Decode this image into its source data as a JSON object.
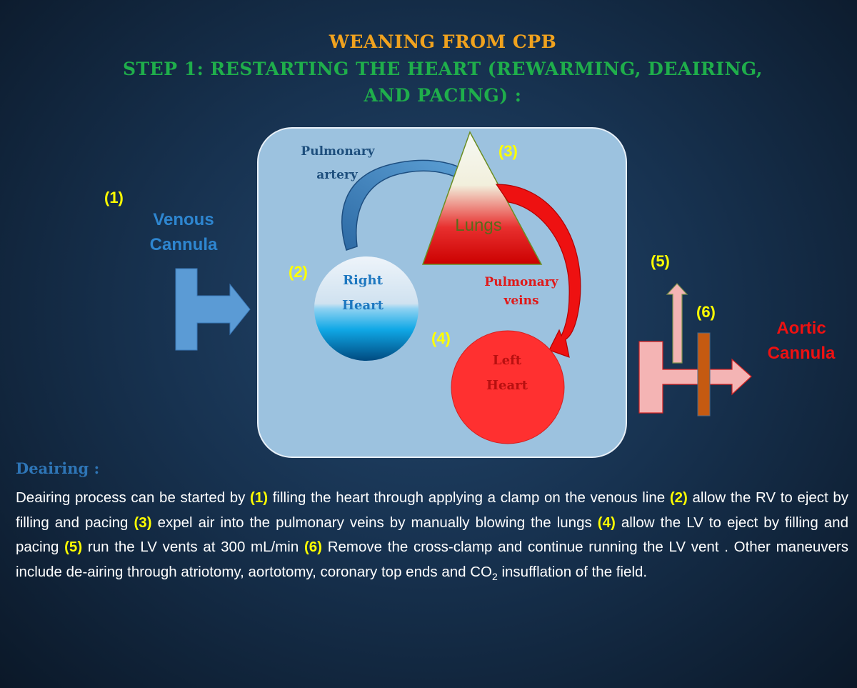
{
  "title": {
    "line1": "WEANING FROM CPB",
    "line2": "STEP 1: RESTARTING THE HEART (REWARMING, DEAIRING,",
    "line3": "AND PACING)  :"
  },
  "diagram": {
    "markers": [
      "(1)",
      "(2)",
      "(3)",
      "(4)",
      "(5)",
      "(6)"
    ],
    "venous_cannula": [
      "Venous",
      "Cannula"
    ],
    "aortic_cannula": [
      "Aortic",
      "Cannula"
    ],
    "pulmonary_artery": [
      "Pulmonary",
      "artery"
    ],
    "pulmonary_veins": [
      "Pulmonary",
      "veins"
    ],
    "lungs": "Lungs",
    "right_heart": [
      "Right",
      "Heart"
    ],
    "left_heart": [
      "Left",
      "Heart"
    ],
    "colors": {
      "panel": "#9cc2df",
      "venous": "#5b9bd5",
      "aortic": "#f4b4b4",
      "clamp": "#c55a11",
      "marker": "#ffff00",
      "left_heart": "#ff3030"
    }
  },
  "section": {
    "heading": "Deairing :",
    "segments": [
      {
        "t": "Deairing process can be started by "
      },
      {
        "t": "(1)",
        "hl": true
      },
      {
        "t": " filling the heart through applying a clamp on the venous line "
      },
      {
        "t": "(2)",
        "hl": true
      },
      {
        "t": " allow the RV to eject by filling and pacing "
      },
      {
        "t": "(3)",
        "hl": true
      },
      {
        "t": " expel air into the pulmonary veins by manually blowing the lungs "
      },
      {
        "t": "(4)",
        "hl": true
      },
      {
        "t": " allow the LV to eject by filling and pacing "
      },
      {
        "t": "(5)",
        "hl": true
      },
      {
        "t": " run the LV vents at 300 mL/min "
      },
      {
        "t": "(6)",
        "hl": true
      },
      {
        "t": " Remove the cross-clamp and continue running the LV vent . Other maneuvers include de-airing through atriotomy, aortotomy, coronary top ends and CO"
      },
      {
        "t": "2",
        "sub": true
      },
      {
        "t": " insufflation of the field."
      }
    ]
  }
}
